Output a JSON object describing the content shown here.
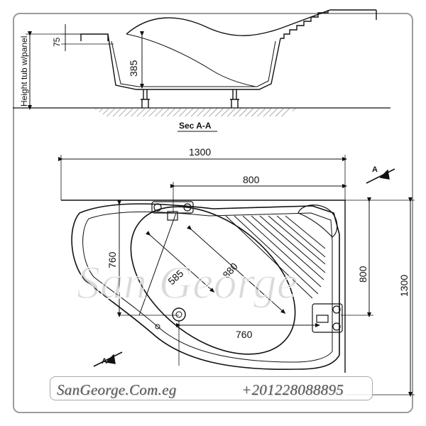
{
  "section": {
    "label": "Sec A-A",
    "rim_height": "75",
    "depth": "385",
    "height_label": "Height tub w/panel"
  },
  "plan": {
    "overall_width": "1300",
    "overall_depth": "1300",
    "top_inner": "800",
    "right_inner": "800",
    "left_side": "760",
    "bottom_side": "760",
    "basin_width": "585",
    "basin_length": "880"
  },
  "markers": {
    "top_right": "A",
    "bottom_left": "A"
  },
  "branding": {
    "watermark": "San George",
    "website": "SanGeorge.Com.eg",
    "phone": "+201228088895"
  }
}
